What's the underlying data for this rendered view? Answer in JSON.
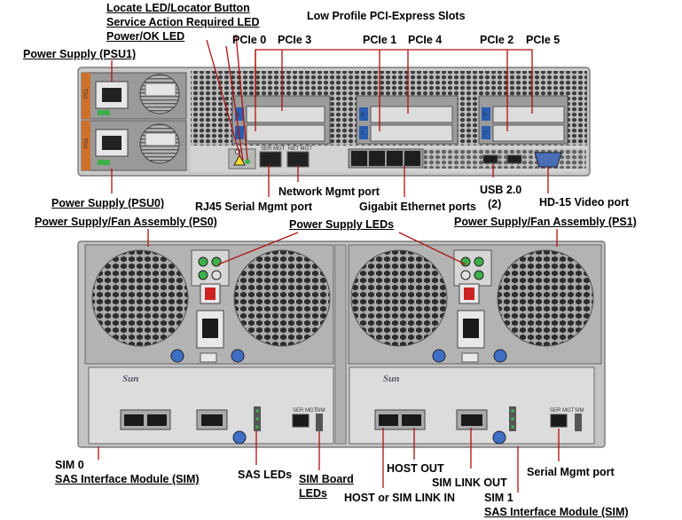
{
  "labels": {
    "locate_led": "Locate LED/Locator Button",
    "service_led": "Service Action Required LED",
    "power_ok_led": "Power/OK LED",
    "pci_slots": "Low Profile PCI-Express Slots",
    "pcie0": "PCIe 0",
    "pcie3": "PCIe 3",
    "pcie1": "PCIe 1",
    "pcie4": "PCIe 4",
    "pcie2": "PCIe 2",
    "pcie5": "PCIe 5",
    "psu1": "Power Supply (PSU1)",
    "psu0": "Power Supply (PSU0)",
    "rj45_serial": "RJ45 Serial Mgmt port",
    "network_mgmt": "Network Mgmt port",
    "gigabit_eth": "Gigabit Ethernet ports",
    "usb_line1": "USB 2.0",
    "usb_line2": "(2)",
    "hd15_video": "HD-15 Video port",
    "ps0_fan": "Power Supply/Fan Assembly (PS0)",
    "ps1_fan": "Power Supply/Fan Assembly (PS1)",
    "power_supply_leds": "Power Supply LEDs",
    "sim0_line1": "SIM 0",
    "sim0_line2": "SAS Interface Module (SIM)",
    "sas_leds": "SAS LEDs",
    "sim_board_leds_line1": "SIM Board",
    "sim_board_leds_line2": "LEDs",
    "host_out": "HOST OUT",
    "sim_link_out": "SIM LINK OUT",
    "host_or_sim_link_in": "HOST or SIM LINK IN",
    "serial_mgmt": "Serial Mgmt port",
    "sim1_line1": "SIM 1",
    "sim1_line2": "SAS Interface Module (SIM)"
  },
  "hardware_markings": {
    "brand": "Sun",
    "net_mgt": "NET MGT",
    "ser_mgt": "SER MGT",
    "sim": "SIM",
    "psu_label_top": "PS1",
    "psu_label_bottom": "PS0",
    "slot_badges": [
      "3",
      "0",
      "4",
      "1",
      "5",
      "2"
    ]
  },
  "colors": {
    "chassis": "#c9c9c9",
    "chassis_dark": "#8f8f8f",
    "led_green": "#3db04a",
    "reset_red": "#cc2222",
    "usb_blue": "#2a5db0",
    "video_blue": "#4a6fb8",
    "thumbscrew_blue": "#3f6fc4",
    "psu_handle": "#d0702a"
  }
}
